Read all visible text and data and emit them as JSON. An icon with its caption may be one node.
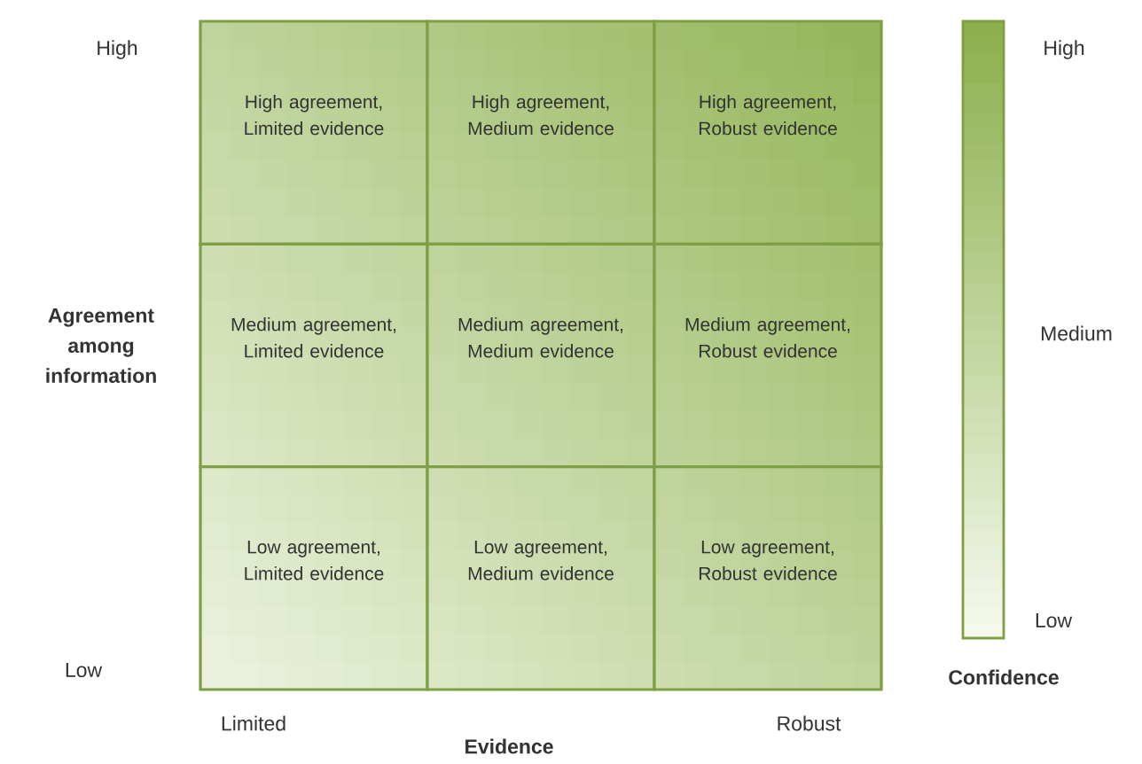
{
  "diagram": {
    "nodes": [
      {
        "text": [
          "High agreement, Limited evidence"
        ]
      },
      {
        "text": [
          "High agreement, Medium evidence"
        ]
      },
      {
        "text": [
          "High agreement, Robust evidence"
        ]
      },
      {
        "text": [
          "Medium agreement, Limited evidence"
        ]
      },
      {
        "text": [
          "Medium agreement, Medium evidence"
        ]
      },
      {
        "text": [
          "Medium agreement, Robust evidence"
        ]
      },
      {
        "text": [
          "Low agreement, Limited evidence"
        ]
      },
      {
        "text": [
          "Low agreement, Medium evidence"
        ]
      },
      {
        "text": [
          "Low agreement, Robust evidence"
        ]
      }
    ],
    "labels": [
      "High",
      "Agreement among information",
      "Low",
      "Limited",
      "Evidence",
      "Robust",
      "High",
      "Medium",
      "Low",
      "Confidence"
    ]
  }
}
